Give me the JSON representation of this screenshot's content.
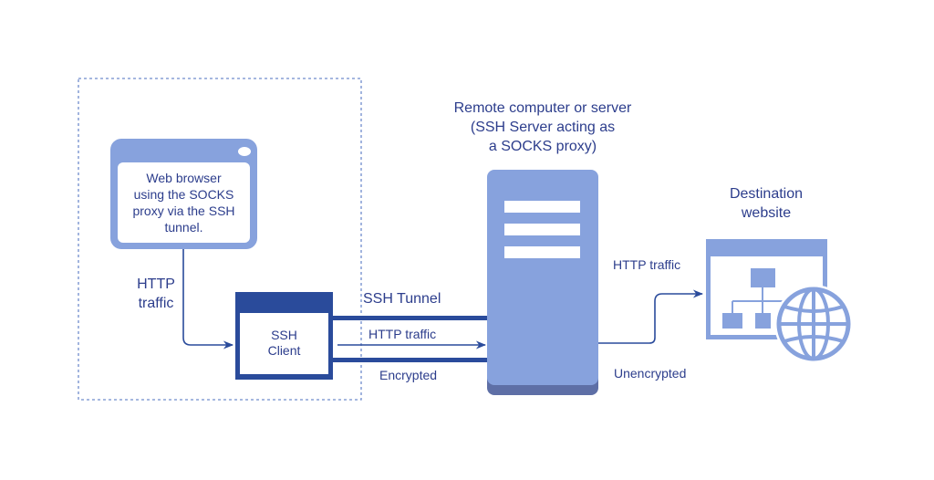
{
  "colors": {
    "light_blue": "#87a2dd",
    "dark_blue": "#2a4b9b",
    "server_base": "#5e6fa6",
    "text": "#2c3d8c",
    "dashed": "#6f8ccc"
  },
  "browser": {
    "label_lines": [
      "Web browser",
      "using the SOCKS",
      "proxy via the SSH",
      "tunnel."
    ]
  },
  "http_traffic_left": [
    "HTTP",
    "traffic"
  ],
  "ssh_client": {
    "label_lines": [
      "SSH",
      "Client"
    ]
  },
  "tunnel": {
    "title": "SSH Tunnel",
    "inner_label": "HTTP traffic",
    "status": "Encrypted"
  },
  "server": {
    "title_lines": [
      "Remote computer or server",
      "(SSH Server acting as",
      "a SOCKS proxy)"
    ]
  },
  "outbound": {
    "label": "HTTP traffic",
    "status": "Unencrypted"
  },
  "destination": {
    "title_lines": [
      "Destination",
      "website"
    ]
  }
}
